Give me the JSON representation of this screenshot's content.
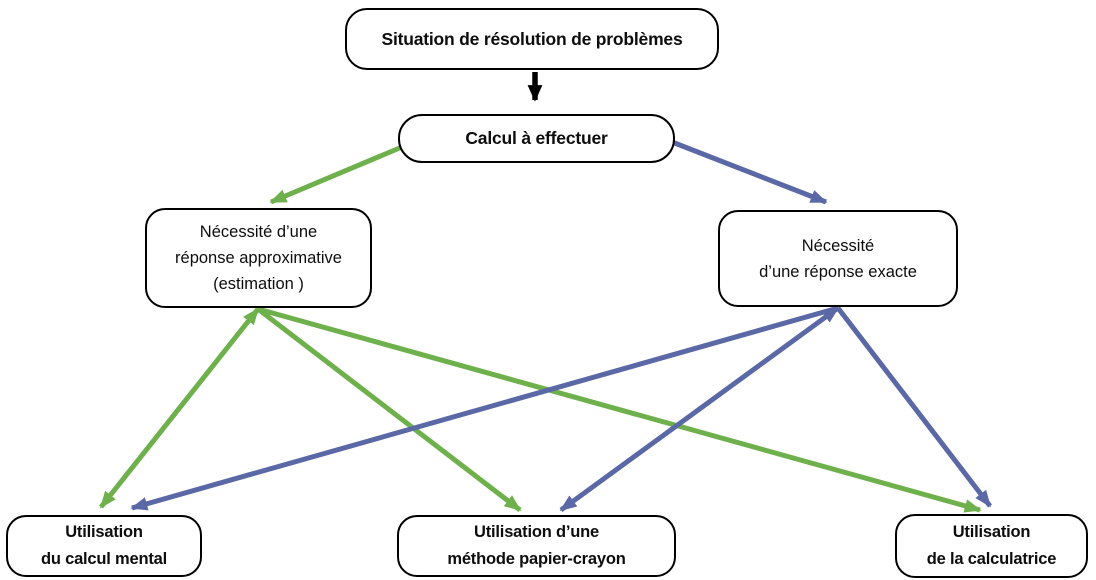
{
  "colors": {
    "green": "#6EB14C",
    "blue": "#5A68A6",
    "ink": "#000000",
    "background": "#ffffff"
  },
  "nodes": {
    "situation": {
      "lines": [
        "Situation de résolution de problèmes"
      ]
    },
    "calcul": {
      "lines": [
        "Calcul à effectuer"
      ]
    },
    "approx": {
      "lines": [
        "Nécessité d’une",
        "réponse approximative",
        "(estimation )"
      ]
    },
    "exacte": {
      "lines": [
        "Nécessité",
        "d’une réponse exacte"
      ]
    },
    "mental": {
      "lines": [
        "Utilisation",
        "du calcul mental"
      ]
    },
    "papier": {
      "lines": [
        "Utilisation d’une",
        "méthode papier-crayon"
      ]
    },
    "calculatrice": {
      "lines": [
        "Utilisation",
        "de la calculatrice"
      ]
    }
  },
  "edges": [
    {
      "from": "situation",
      "to": "calcul",
      "color": "black",
      "double_headed": false
    },
    {
      "from": "calcul",
      "to": "approx",
      "color": "green",
      "double_headed": false
    },
    {
      "from": "calcul",
      "to": "exacte",
      "color": "blue",
      "double_headed": false
    },
    {
      "from": "approx",
      "to": "mental",
      "color": "green",
      "double_headed": true
    },
    {
      "from": "approx",
      "to": "papier",
      "color": "green",
      "double_headed": false
    },
    {
      "from": "approx",
      "to": "calculatrice",
      "color": "green",
      "double_headed": false
    },
    {
      "from": "exacte",
      "to": "mental",
      "color": "blue",
      "double_headed": false
    },
    {
      "from": "exacte",
      "to": "papier",
      "color": "blue",
      "double_headed": true
    },
    {
      "from": "exacte",
      "to": "calculatrice",
      "color": "blue",
      "double_headed": false
    }
  ]
}
